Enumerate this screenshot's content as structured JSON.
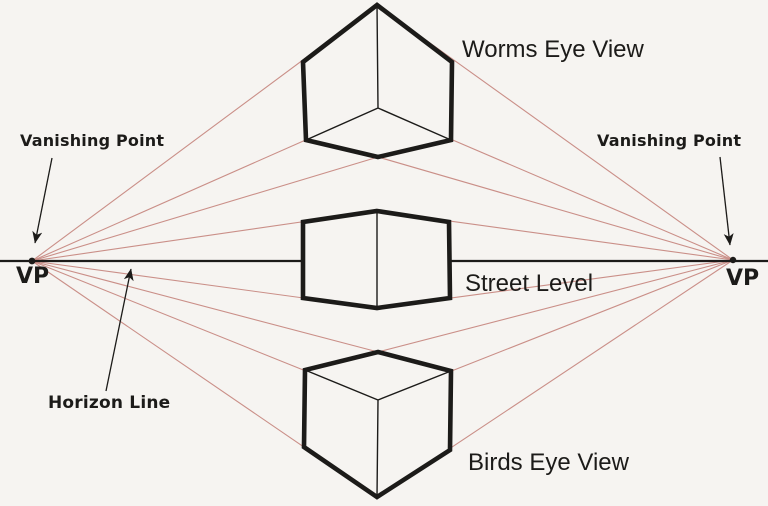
{
  "colors": {
    "background": "#f6f4f1",
    "ink": "#1c1b19",
    "perspective_line": "#ca8f88",
    "cube_fill": "#f6f4f1"
  },
  "labels": {
    "vanishing_point_left": "Vanishing Point",
    "vanishing_point_right": "Vanishing Point",
    "vp_left": "VP",
    "vp_right": "VP",
    "horizon_line": "Horizon Line",
    "worms_eye_view": "Worms Eye View",
    "street_level": "Street Level",
    "birds_eye_view": "Birds Eye View"
  }
}
